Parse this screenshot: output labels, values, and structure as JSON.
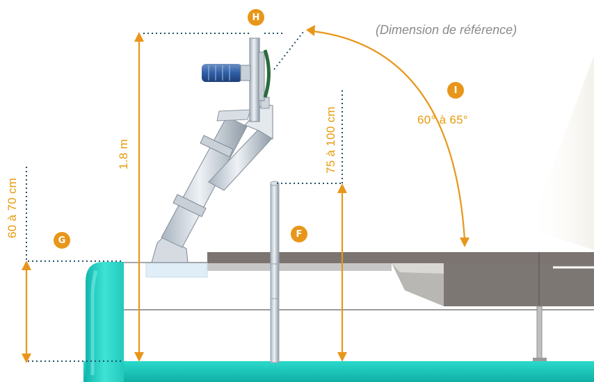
{
  "reference_note": "(Dimension de référence)",
  "dimensions": {
    "height_total": "1.8 m",
    "rail_height": "60 à 70 cm",
    "post_height": "75 à 100 cm",
    "angle": "60° à 65°"
  },
  "badges": {
    "H": "H",
    "I": "I",
    "G": "G",
    "F": "F"
  },
  "colors": {
    "accent": "#E8961A",
    "hull": "#2BD3C6",
    "dotted": "#1F4F64"
  }
}
